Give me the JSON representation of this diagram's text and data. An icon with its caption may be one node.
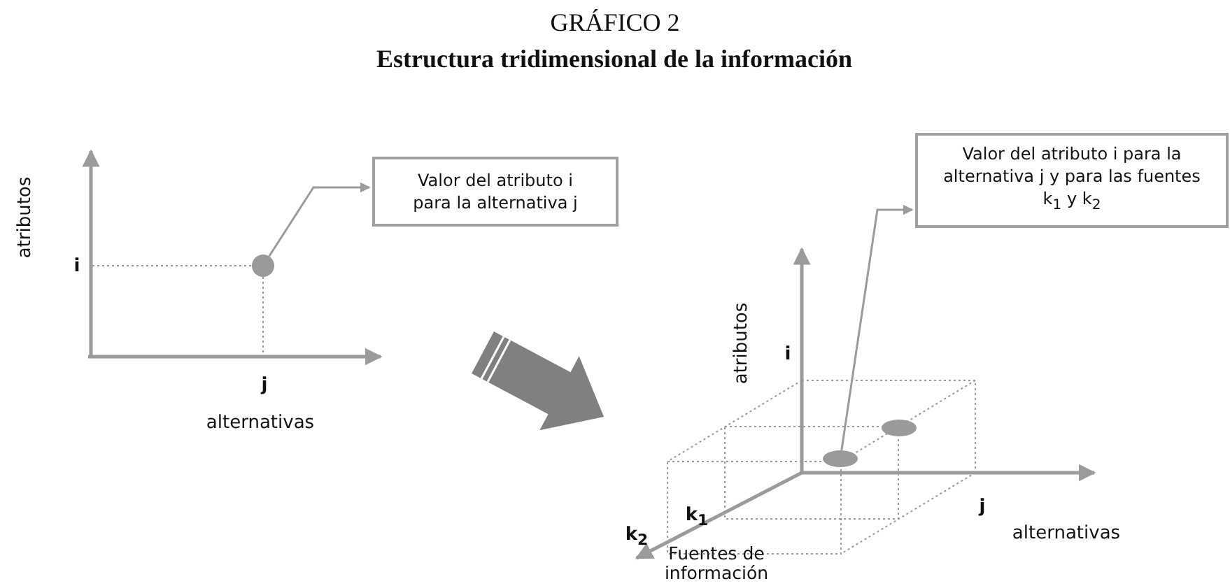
{
  "diagram": {
    "title": "GRÁFICO 2",
    "nodes": [
      {
        "text": [
          "Valor del atributo i para la alternativa j"
        ]
      },
      {
        "text": [],
        "shape": "circle"
      },
      {
        "text": [
          "Valor del atributo i para la alternativa j y para las fuentes k$_{1}$ y k$_{2}$"
        ]
      },
      {
        "text": [],
        "shape": "ellipse"
      },
      {
        "text": [],
        "shape": "ellipse"
      }
    ],
    "edges": [
      {
        "from": 1,
        "to": 0,
        "arrow": "to"
      },
      {
        "from": 3,
        "to": 2,
        "arrow": "to"
      }
    ],
    "labels": [
      "Estructura tridimensional de la información",
      "atributos",
      "i",
      "j",
      "alternativas",
      "atributos",
      "i",
      "k$_{1}$",
      "j",
      "k$_{2}$",
      "alternativas",
      "Fuentes de información"
    ]
  }
}
